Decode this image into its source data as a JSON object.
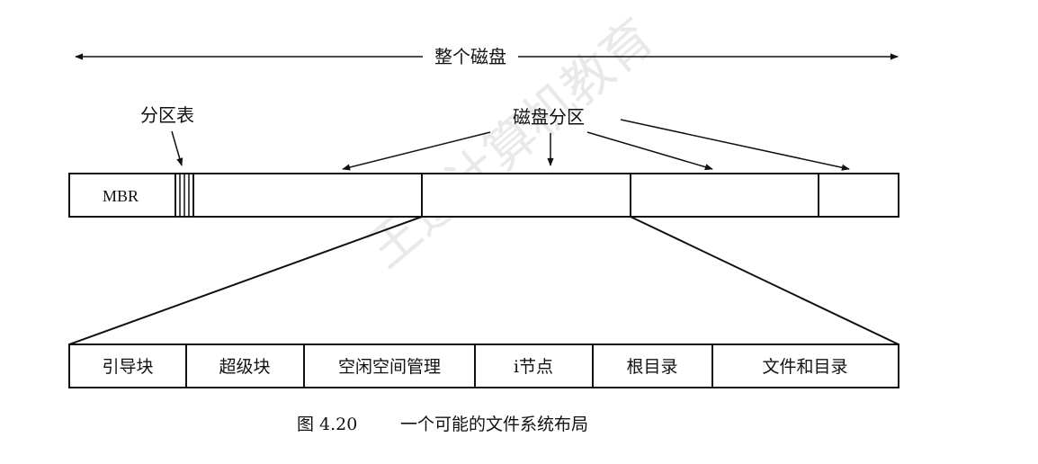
{
  "diagram": {
    "whole_disk_label": "整个磁盘",
    "partition_table_label": "分区表",
    "disk_partition_label": "磁盘分区",
    "mbr_label": "MBR",
    "partition_layout": [
      "引导块",
      "超级块",
      "空闲空间管理",
      "i节点",
      "根目录",
      "文件和目录"
    ],
    "caption_number": "图 4.20",
    "caption_text": "一个可能的文件系统布局",
    "watermark_text": "王道计算机教育"
  },
  "colors": {
    "line": "#111111",
    "background": "#ffffff",
    "watermark": "#cfcfcf"
  }
}
